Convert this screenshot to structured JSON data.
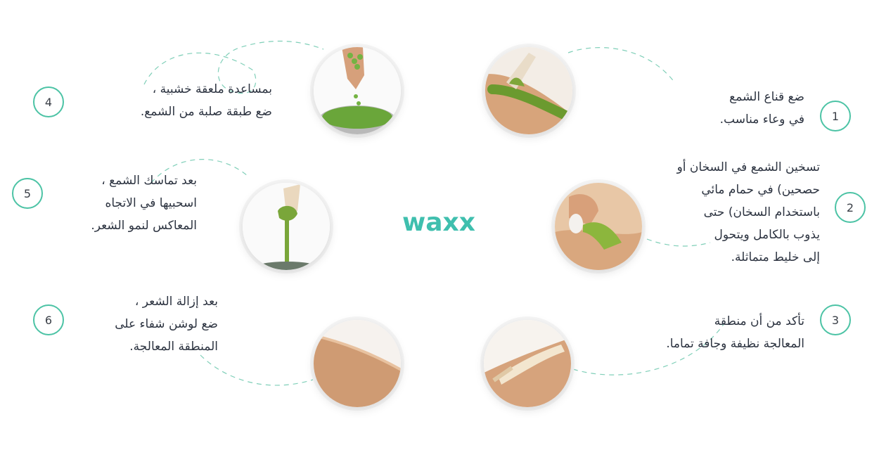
{
  "brand": {
    "name": "waxx",
    "color": "#3fbfae",
    "accent": "#1c8f9c"
  },
  "accent_color": "#4cc3a5",
  "steps": [
    {
      "number": "1",
      "lines": [
        "ضع قناع الشمع",
        "في وعاء مناسب."
      ],
      "image": "wax-spatula-on-leg"
    },
    {
      "number": "2",
      "lines": [
        "تسخين الشمع في السخان أو",
        "حصحين) في حمام مائي",
        "باستخدام السخان) حتى",
        "يذوب بالكامل ويتحول",
        "إلى خليط متماثلة."
      ],
      "image": "peeling-wax-strip"
    },
    {
      "number": "3",
      "lines": [
        "تأكد من أن منطقة",
        "المعالجة نظيفة وجافة تماما."
      ],
      "image": "wax-applied-on-skin"
    },
    {
      "number": "4",
      "lines": [
        "بمساعدة ملعقة خشبية ،",
        "ضع طبقة صلبة من الشمع."
      ],
      "image": "wax-beads-in-pot"
    },
    {
      "number": "5",
      "lines": [
        "بعد تماسك الشمع ،",
        "اسحبيها في الاتجاه",
        "المعاكس لنمو الشعر."
      ],
      "image": "dripping-wax-spatula"
    },
    {
      "number": "6",
      "lines": [
        "بعد إزالة الشعر ،",
        "ضع لوشن شفاء على",
        "المنطقة المعالجة."
      ],
      "image": "smooth-skin"
    }
  ]
}
